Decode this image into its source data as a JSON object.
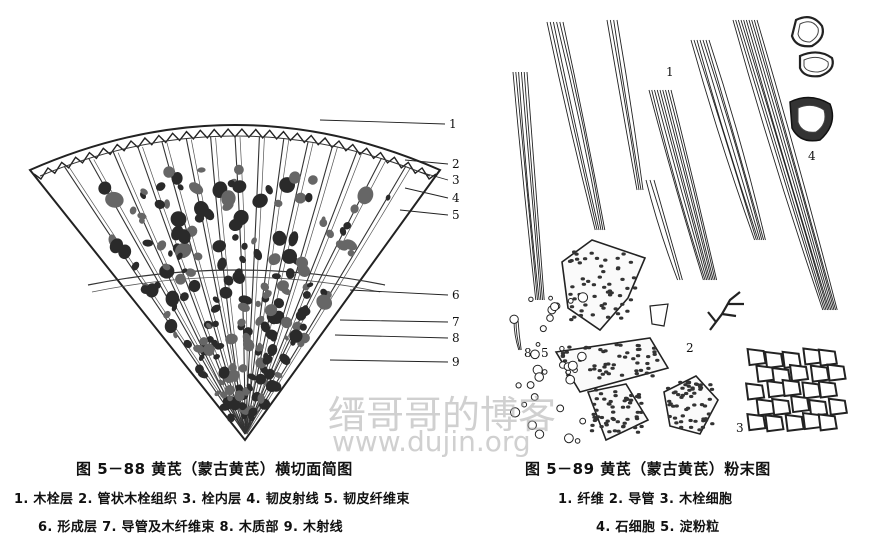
{
  "left_figure": {
    "caption": "图 5－88 黄芪（蒙古黄芪）横切面简图",
    "legend_line1": "1. 木栓层 2. 管状木栓组织 3. 栓内层 4. 韧皮射线 5. 韧皮纤维束",
    "legend_line2": "6. 形成层 7. 导管及木纤维束 8. 木质部 9. 木射线",
    "labels": [
      "1",
      "2",
      "3",
      "4",
      "5",
      "6",
      "7",
      "8",
      "9"
    ]
  },
  "right_figure": {
    "caption": "图 5－89 黄芪（蒙古黄芪）粉末图",
    "legend_line1": "1. 纤维 2. 导管 3. 木栓细胞",
    "legend_line2": "4. 石细胞 5. 淀粉粒",
    "labels": [
      "1",
      "2",
      "3",
      "4",
      "5",
      "8"
    ]
  },
  "watermark": {
    "line1": "缙哥哥的博客",
    "line2": "www.dujin.org"
  }
}
